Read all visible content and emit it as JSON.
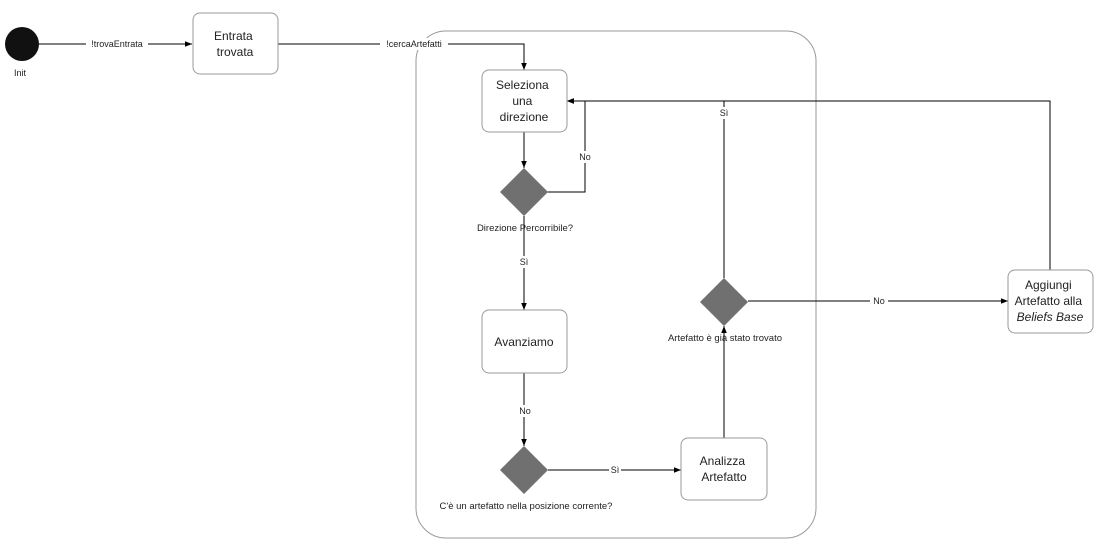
{
  "start": {
    "label": "Init"
  },
  "nodes": {
    "entrata": [
      "Entrata",
      "trovata"
    ],
    "seleziona": [
      "Seleziona",
      "una",
      "direzione"
    ],
    "avanziamo": [
      "Avanziamo"
    ],
    "analizza": [
      "Analizza",
      "Artefatto"
    ],
    "aggiungi": [
      "Aggiungi",
      "Artefatto alla"
    ],
    "aggiungi_italic": "Beliefs Base"
  },
  "decisions": {
    "percorribile": "Direzione Percorribile?",
    "artefatto_corrente": "C'è un artefatto nella posizione corrente?",
    "gia_trovato": "Artefatto è già stato trovato"
  },
  "edges": {
    "trova_entrata": "!trovaEntrata",
    "cerca_artefatti": "!cercaArtefatti",
    "percorribile_no": "No",
    "percorribile_si": "Sì",
    "avanziamo_no": "No",
    "corrente_si": "Sì",
    "gia_trovato_si": "Sì",
    "gia_trovato_no": "No"
  },
  "colors": {
    "start_node": "#111111",
    "decision": "#707070",
    "box_border": "#9a9a9a",
    "edge": "#000000"
  }
}
